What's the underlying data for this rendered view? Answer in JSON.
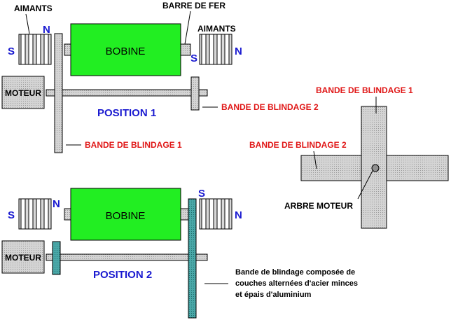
{
  "labels": {
    "aimants": "AIMANTS",
    "barre_de_fer": "BARRE DE FER",
    "bobine": "BOBINE",
    "moteur": "MOTEUR",
    "position1": "POSITION 1",
    "position2": "POSITION 2",
    "bande1": "BANDE DE BLINDAGE 1",
    "bande2": "BANDE DE BLINDAGE 2",
    "arbre_moteur": "ARBRE MOTEUR",
    "pole_s": "S",
    "pole_n": "N"
  },
  "note_lines": [
    "Bande de blindage composée de",
    "couches alternées d'acier minces",
    "et épais d'aluminium"
  ],
  "colors": {
    "coil": "#22ee22",
    "gray": "#d0d0d0",
    "shield_teal": "#3a9a9a",
    "red_label": "#e01818",
    "blue_label": "#1a1ad0"
  }
}
